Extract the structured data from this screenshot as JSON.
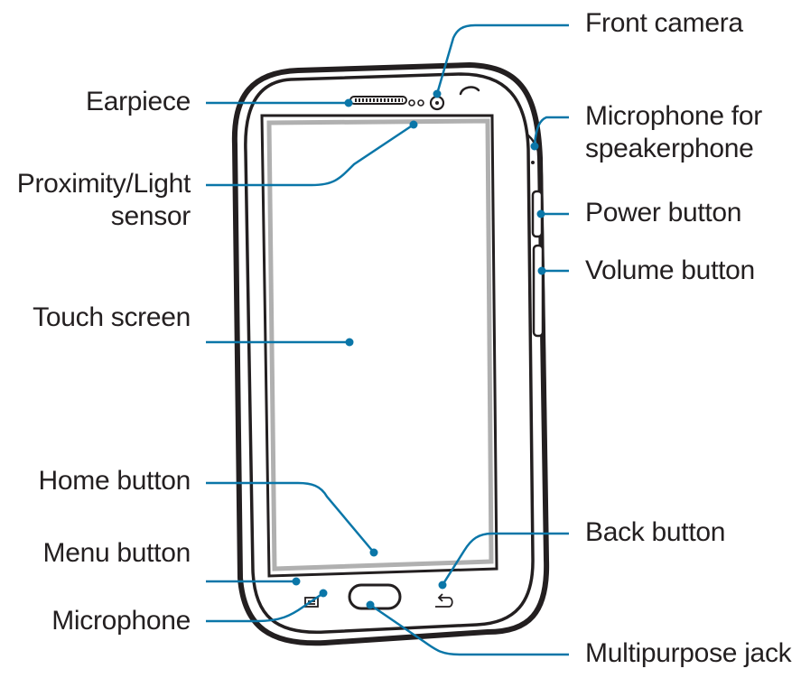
{
  "labels": {
    "front_camera": "Front camera",
    "earpiece": "Earpiece",
    "microphone_speaker": [
      "Microphone for",
      "speakerphone"
    ],
    "proximity": [
      "Proximity/Light",
      "sensor"
    ],
    "power_button": "Power button",
    "volume_button": "Volume button",
    "touch_screen": "Touch screen",
    "home_button": "Home button",
    "back_button": "Back button",
    "menu_button": "Menu button",
    "microphone": "Microphone",
    "multipurpose_jack": "Multipurpose jack"
  },
  "colors": {
    "leader": "#0a76a8",
    "device_outline": "#231f20",
    "screen_edge": "#9a9a9a",
    "text": "#231f20"
  }
}
